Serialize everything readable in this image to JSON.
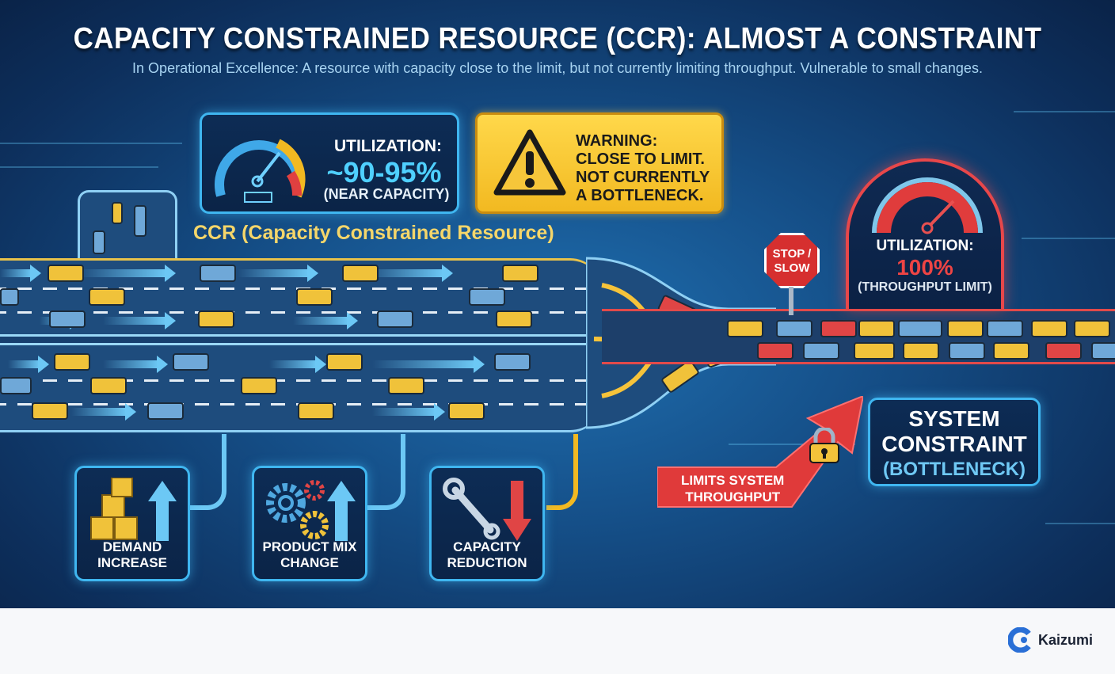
{
  "header": {
    "title": "CAPACITY CONSTRAINED RESOURCE (CCR): ALMOST A CONSTRAINT",
    "subtitle": "In Operational Excellence: A resource with capacity close to the limit, but not currently limiting throughput. Vulnerable to small changes."
  },
  "ccr_gauge": {
    "icon": "gauge-icon",
    "label": "UTILIZATION:",
    "value": "~90-95%",
    "note": "(NEAR CAPACITY)"
  },
  "warning": {
    "icon": "warning-triangle-icon",
    "lines": [
      "WARNING:",
      "CLOSE TO LIMIT.",
      "NOT CURRENTLY",
      "A BOTTLENECK."
    ]
  },
  "ccr_label": "CCR (Capacity Constrained Resource)",
  "stop_sign": {
    "line1": "STOP /",
    "line2": "SLOW"
  },
  "constraint_gauge": {
    "icon": "gauge-icon",
    "label": "UTILIZATION:",
    "value": "100%",
    "note": "(THROUGHPUT LIMIT)"
  },
  "system_constraint": {
    "line1": "SYSTEM",
    "line2": "CONSTRAINT",
    "line3": "(BOTTLENECK)"
  },
  "limits_arrow": {
    "icon": "padlock-icon",
    "line1": "LIMITS SYSTEM",
    "line2": "THROUGHPUT"
  },
  "factors": [
    {
      "icon": "boxes-up-arrow-icon",
      "line1": "DEMAND",
      "line2": "INCREASE"
    },
    {
      "icon": "gears-up-arrow-icon",
      "line1": "PRODUCT MIX",
      "line2": "CHANGE"
    },
    {
      "icon": "wrench-down-arrow-icon",
      "line1": "CAPACITY",
      "line2": "REDUCTION"
    }
  ],
  "colors": {
    "background": "#154f88",
    "accent_blue": "#3fb6f0",
    "warning_yellow": "#f2b921",
    "constraint_red": "#e8474a",
    "ccr_label": "#f5d66a"
  },
  "footer": {
    "brand": "Kaizumi"
  }
}
